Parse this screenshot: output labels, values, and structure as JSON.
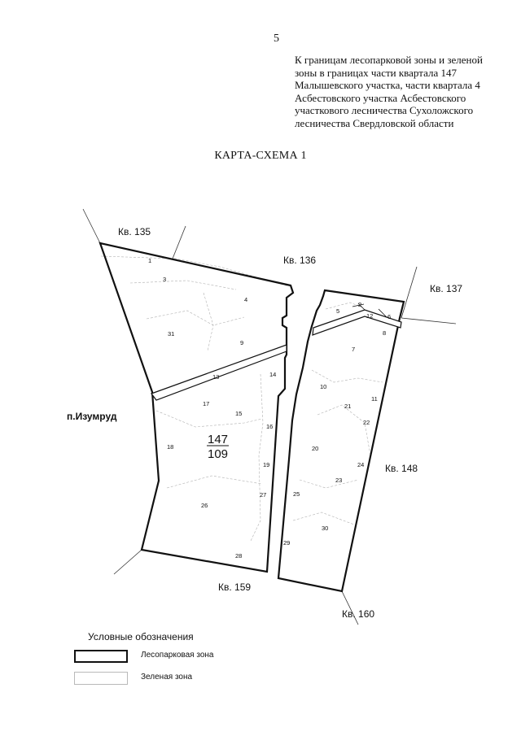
{
  "page_number": "5",
  "header": {
    "lines": [
      "К границам лесопарковой зоны и зеленой",
      "зоны в границах части квартала 147",
      "Малышевского участка, части квартала 4",
      "Асбестовского участка Асбестовского",
      "участкового лесничества Сухоложского",
      "лесничества Свердловской области"
    ]
  },
  "map_title": "КАРТА-СХЕМА 1",
  "map": {
    "quarter_labels": {
      "kv135": "Кв. 135",
      "kv136": "Кв. 136",
      "kv137": "Кв. 137",
      "kv148": "Кв. 148",
      "kv159": "Кв. 159",
      "kv160": "Кв. 160"
    },
    "settlement": "п.Изумруд",
    "quarter_number": "147",
    "quarter_area": "109",
    "parcels": {
      "p1": "1",
      "p2": "2",
      "p3": "3",
      "p4": "4",
      "p5": "5",
      "p6": "6",
      "p7": "7",
      "p8": "8",
      "p9": "9",
      "p10": "10",
      "p11": "11",
      "p12": "12",
      "p13": "13",
      "p14": "14",
      "p15": "15",
      "p16": "16",
      "p17": "17",
      "p18": "18",
      "p19": "19",
      "p20": "20",
      "p21": "21",
      "p22": "22",
      "p23": "23",
      "p24": "24",
      "p25": "25",
      "p26": "26",
      "p27": "27",
      "p28": "28",
      "p29": "29",
      "p30": "30",
      "p31": "31"
    }
  },
  "legend": {
    "title": "Условные обозначения",
    "items": [
      {
        "label": "Лесопарковая зона",
        "style": "forest-park-zone"
      },
      {
        "label": "Зеленая зона",
        "style": "green-zone"
      }
    ],
    "colors": {
      "forest_park_border": "#111111",
      "green_zone_border": "#b9b9b9"
    }
  }
}
